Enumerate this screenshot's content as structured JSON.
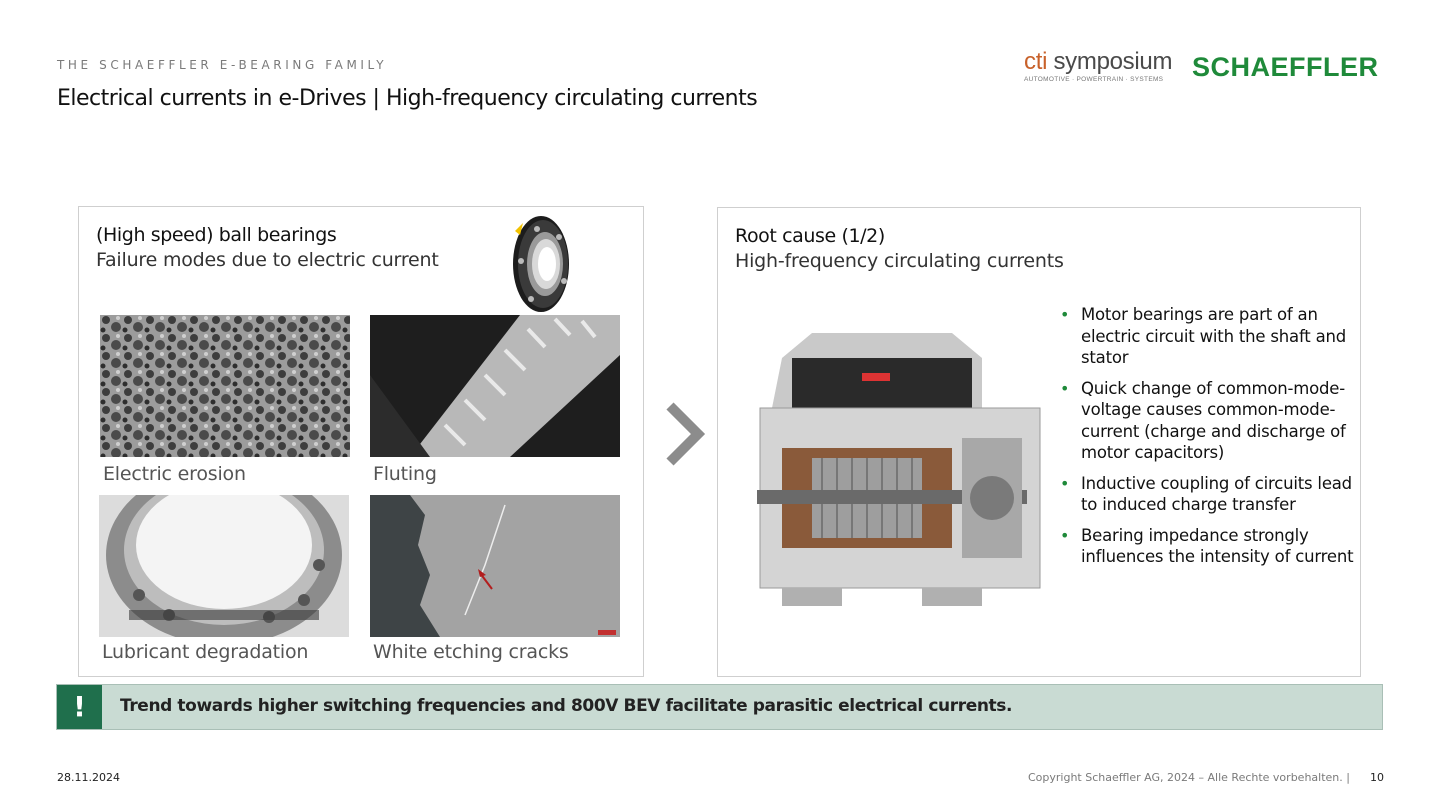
{
  "header": {
    "eyebrow": "THE SCHAEFFLER E-BEARING FAMILY",
    "title": "Electrical currents in e-Drives | High-frequency circulating currents",
    "cti_logo": {
      "prefix": "cti",
      "word": " symposium",
      "tagline": "AUTOMOTIVE · POWERTRAIN · SYSTEMS"
    },
    "brand": "SCHAEFFLER"
  },
  "left_panel": {
    "heading": "(High speed) ball bearings",
    "subheading": "Failure modes due to electric current",
    "images": [
      {
        "caption": "Electric erosion",
        "icon": "electric-erosion-photo"
      },
      {
        "caption": "Fluting",
        "icon": "fluting-photo"
      },
      {
        "caption": "Lubricant degradation",
        "icon": "lubricant-degradation-photo"
      },
      {
        "caption": "White etching cracks",
        "icon": "white-etching-cracks-photo"
      }
    ]
  },
  "right_panel": {
    "heading": "Root cause (1/2)",
    "subheading": "High-frequency circulating currents",
    "bullets": [
      "Motor bearings are part of an electric circuit with the shaft and stator",
      "Quick change of common-mode-voltage causes common-mode-current (charge and discharge of motor capacitors)",
      "Inductive coupling of circuits lead to induced charge transfer",
      "Bearing impedance strongly influences the intensity of current"
    ]
  },
  "callout": {
    "icon": "!",
    "text": "Trend towards higher switching frequencies and 800V BEV facilitate parasitic electrical currents."
  },
  "footer": {
    "date": "28.11.2024",
    "copyright": "Copyright Schaeffler AG, 2024 – Alle Rechte vorbehalten.  |",
    "page": "10"
  },
  "colors": {
    "accent_green": "#1f8a3a",
    "callout_bg": "#c9dbd3",
    "callout_icon_bg": "#1f6f4c",
    "cti_orange": "#c8612a"
  }
}
